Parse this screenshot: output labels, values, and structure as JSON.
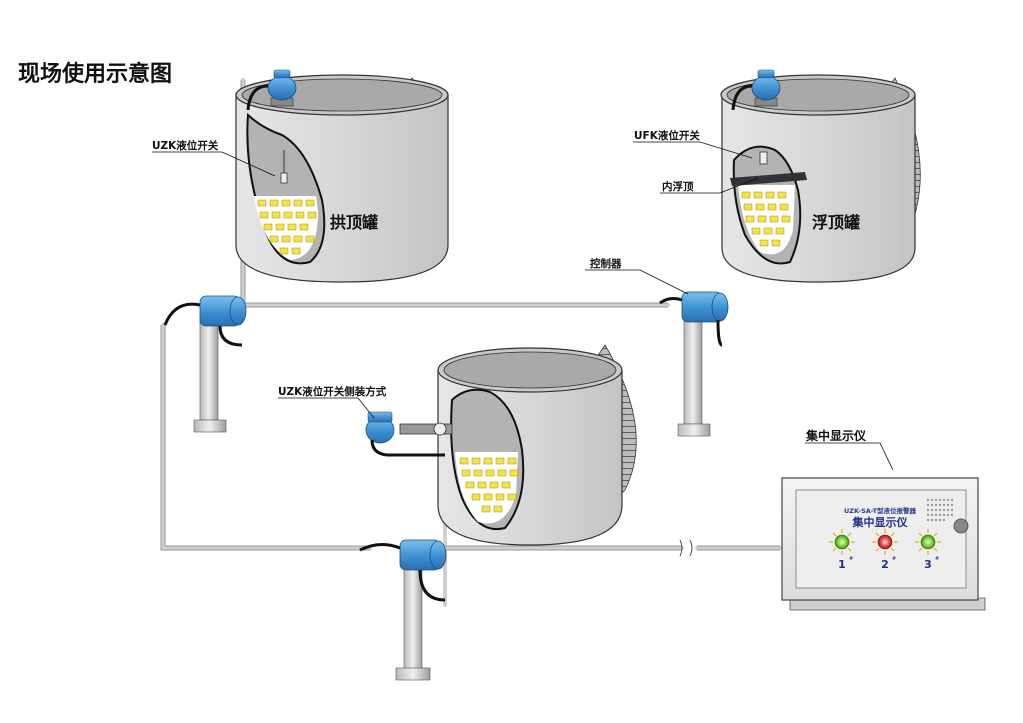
{
  "title": "现场使用示意图",
  "labels": {
    "uzk_switch": "UZK液位开关",
    "ufk_switch": "UFK液位开关",
    "inner_floating_roof": "内浮顶",
    "controller": "控制器",
    "side_mount": "UZK液位开关侧装方式",
    "central_display": "集中显示仪"
  },
  "tanks": {
    "dome_roof": "拱顶罐",
    "floating_roof": "浮顶罐"
  },
  "panel": {
    "model": "UZK-SA-T型液位报警器",
    "title": "集中显示仪",
    "lamps": [
      {
        "num": "1",
        "sup": "#",
        "color": "#7bd336"
      },
      {
        "num": "2",
        "sup": "#",
        "color": "#e84848"
      },
      {
        "num": "3",
        "sup": "#",
        "color": "#7bd336"
      }
    ]
  },
  "colors": {
    "device_blue": "#3d8fd1",
    "tank_gray": "#d9d9d9",
    "liquid_yellow": "#f2e34a"
  }
}
